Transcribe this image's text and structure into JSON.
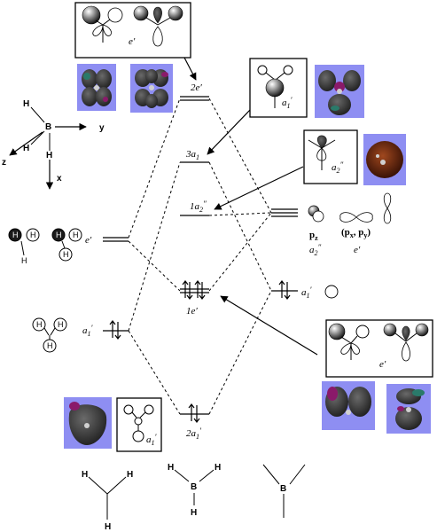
{
  "orbital_labels": {
    "e_prime_top": "2e′",
    "a1_3": "3a",
    "a1_3_sub": "1",
    "a2_1": "1a",
    "a2_1_sub": "2",
    "a2_1_sup": "″",
    "e_prime_mid": "1e′",
    "a1_right": "a",
    "a1_right_sub": "1",
    "a1_right_sup": "′",
    "a1_2": "2a",
    "a1_2_sub": "1",
    "a1_2_sup": "′",
    "e_prime_left": "e′",
    "a1_left": "a",
    "a1_left_sub": "1",
    "a1_left_sup": "′"
  },
  "boron_orbitals": {
    "pz_label": "p",
    "pz_sub": "z",
    "pz_sym": "a",
    "pz_sym_sub": "2",
    "pz_sym_sup": "″",
    "pxpy_label": "(p",
    "pxpy_x": "x",
    "pxpy_mid": ", p",
    "pxpy_y": "y",
    "pxpy_end": ")",
    "pxpy_sym": "e′"
  },
  "box_labels": {
    "top_box_sym": "e′",
    "a1_box_sym": "a",
    "a1_box_sub": "1",
    "a1_box_sup": "′",
    "a2_box_sym": "a",
    "a2_box_sub": "2",
    "a2_box_sup": "″",
    "lower_right_box_sym": "e′",
    "bottom_box_sym": "a",
    "bottom_box_sub": "1",
    "bottom_box_sup": "′"
  },
  "axes": {
    "atom_b": "B",
    "atom_h": "H",
    "axis_y": "y",
    "axis_z": "z",
    "axis_x": "x"
  },
  "bottom_structures": {
    "h": "H",
    "b": "B"
  },
  "colors": {
    "mo_background": "#8e8ef2",
    "lobe_dark": "#3a3a3a",
    "lobe_magenta": "#8a1a6a",
    "lobe_teal": "#2a7a6a",
    "pz_fill": "#6b2a10"
  }
}
